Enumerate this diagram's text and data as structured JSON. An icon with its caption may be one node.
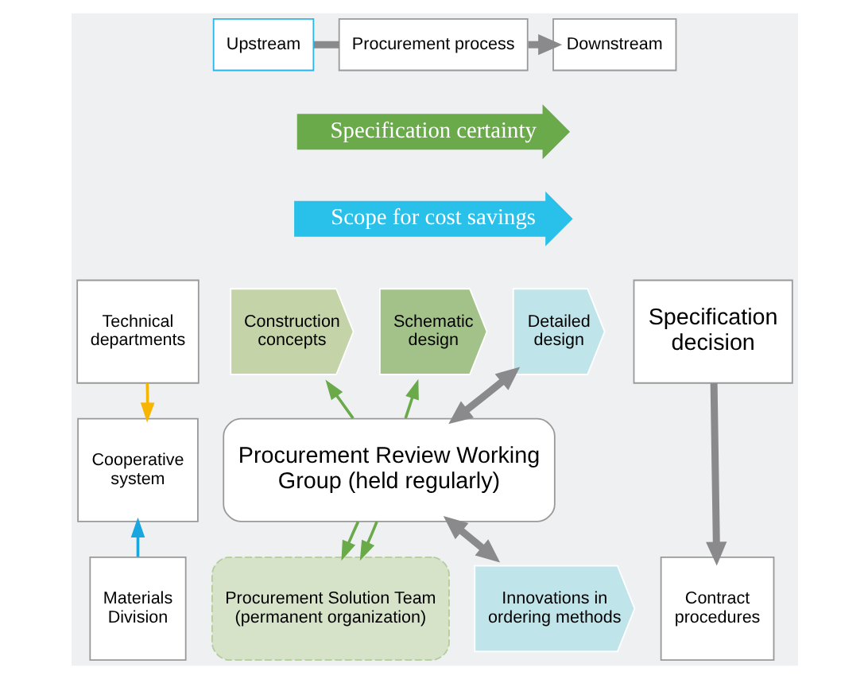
{
  "diagram": {
    "nodes": [
      {
        "text": [
          "Upstream"
        ]
      },
      {
        "text": [
          "Procurement process"
        ]
      },
      {
        "text": [
          "Downstream"
        ]
      },
      {
        "text": [
          "Specification certainty"
        ]
      },
      {
        "text": [
          "Scope for cost savings"
        ]
      },
      {
        "text": [
          "Technical departments"
        ]
      },
      {
        "text": [
          "Construction concepts"
        ]
      },
      {
        "text": [
          "Schematic design"
        ]
      },
      {
        "text": [
          "Detailed design"
        ]
      },
      {
        "text": [
          "Specification decision"
        ]
      },
      {
        "text": [
          "Cooperative system"
        ]
      },
      {
        "text": [
          "Procurement Review Working Group (held regularly)"
        ]
      },
      {
        "text": [
          "Materials Division"
        ]
      },
      {
        "text": [
          "Procurement Solution Team (permanent organization)"
        ]
      },
      {
        "text": [
          "Innovations in ordering methods"
        ]
      },
      {
        "text": [
          "Contract procedures"
        ]
      }
    ],
    "edges": [
      {
        "from": 0,
        "to": 1,
        "arrow": "none",
        "style": "thick"
      },
      {
        "from": 1,
        "to": 2,
        "arrow": "to",
        "style": "thick"
      },
      {
        "from": 5,
        "to": 10,
        "arrow": "to",
        "color": "#f7b500"
      },
      {
        "from": 12,
        "to": 10,
        "arrow": "to",
        "color": "#1aa7e0"
      },
      {
        "from": 11,
        "to": 6,
        "arrow": "to",
        "color": "#6aaa4a"
      },
      {
        "from": 11,
        "to": 7,
        "arrow": "to",
        "color": "#6aaa4a"
      },
      {
        "from": 11,
        "to": 8,
        "arrow": "both",
        "style": "thick"
      },
      {
        "from": 11,
        "to": 13,
        "arrow": "to",
        "color": "#6aaa4a"
      },
      {
        "from": 11,
        "to": 13,
        "arrow": "to",
        "color": "#6aaa4a"
      },
      {
        "from": 11,
        "to": 14,
        "arrow": "both",
        "style": "thick"
      },
      {
        "from": 9,
        "to": 15,
        "arrow": "to",
        "style": "thick"
      }
    ]
  }
}
